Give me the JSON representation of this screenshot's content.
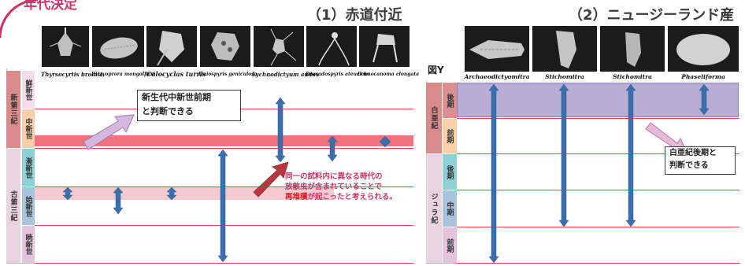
{
  "corner_title": "年代決定",
  "left_panel": {
    "title": "（1）赤道付近",
    "fossils": [
      {
        "name": "Thyrsocyrtis bromia"
      },
      {
        "name": "Dictyoprora mongolfieri"
      },
      {
        "name": "Calocyclas turris"
      },
      {
        "name": "Lixiospyris geniculosa"
      },
      {
        "name": "Lychnodictyum audax"
      },
      {
        "name": "Dorcadospyris ateuchus"
      },
      {
        "name": "Lchnocanoma elongata"
      }
    ],
    "eras": [
      {
        "label": "新第三紀"
      },
      {
        "label": "古第三紀"
      }
    ],
    "epochs": [
      {
        "label": "鮮新世"
      },
      {
        "label": "中新世"
      },
      {
        "label": "漸新世"
      },
      {
        "label": "始新世"
      },
      {
        "label": "暁新世"
      }
    ],
    "callout_top": {
      "line1": "新生代中新世前期",
      "line2": "と判断できる"
    },
    "callout_red": {
      "line1": "同一の試料内に異なる時代の",
      "line2": "放散虫が含まれていることで",
      "line3_highlight": "再堆積",
      "line3_rest": "が起こったと考えられる。"
    }
  },
  "right_panel": {
    "title": "（2）ニュージーランド産",
    "figure_label": "図Y",
    "fossils": [
      {
        "name": "Archaeodictyomitra"
      },
      {
        "name": "Stichomitra"
      },
      {
        "name": "Stichomitra"
      },
      {
        "name": "Phaseliforma"
      }
    ],
    "eras": [
      {
        "label": "白亜紀"
      },
      {
        "label": "ジュラ紀"
      }
    ],
    "periods": [
      {
        "label": "後期"
      },
      {
        "label": "前期"
      },
      {
        "label": "後期"
      },
      {
        "label": "中期"
      },
      {
        "label": "前期"
      }
    ],
    "callout": {
      "line1": "白亜紀後期と",
      "line2": "判断できる"
    }
  },
  "colors": {
    "red_line": "#e04848",
    "neogene_era": "#d98a8a",
    "paleogene_era": "#ead3e0",
    "pliocene": "#f2dde8",
    "miocene": "#f8cfa8",
    "oligocene": "#8fd0d6",
    "eocene": "#a8c4dc",
    "paleocene": "#e3c4dc",
    "range_arrow": "#3a6fae",
    "miocene_band": "#f0727e",
    "eocene_band": "#f4c9cf",
    "cretaceous_band": "#b9add6",
    "cretaceous_era": "#d98a8a",
    "jurassic_era": "#ead3e0",
    "late_cret": "#dc8f8f",
    "early_cret": "#f8cfa8",
    "late_jur": "#8fd0d6",
    "mid_jur": "#a8c4dc",
    "early_jur": "#e3c4dc",
    "callout_arrow": "#c79fd4"
  }
}
